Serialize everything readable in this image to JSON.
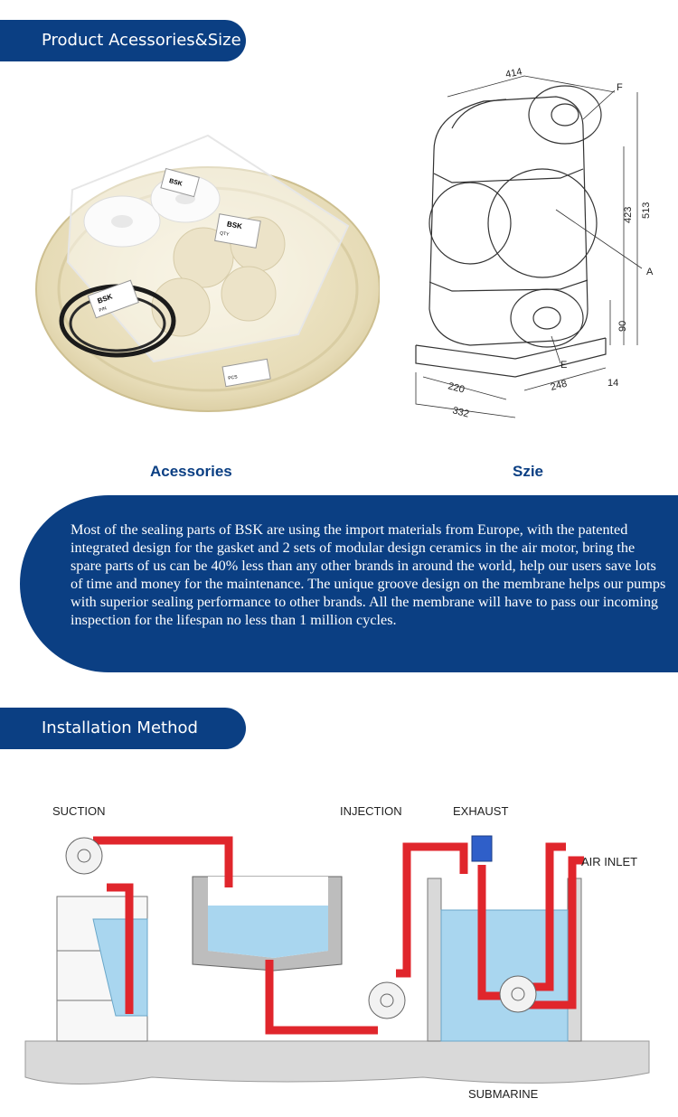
{
  "sections": {
    "accessories_size": {
      "title": "Product Acessories&Size"
    },
    "installation": {
      "title": "Installation Method"
    }
  },
  "captions": {
    "accessories": "Acessories",
    "size": "Szie"
  },
  "photo_labels": {
    "brand": "BSK",
    "pn": "P/N",
    "qty": "QTY",
    "pcs": "PCS"
  },
  "dimensions": {
    "width_top": "414",
    "height_total": "513",
    "height_mid": "423",
    "base_height": "90",
    "base_depth": "248",
    "foot_width": "220",
    "base_width": "332",
    "foot_thickness": "14",
    "label_f": "F",
    "label_a": "A",
    "label_e": "E"
  },
  "description": "Most of the sealing parts of BSK are using the import materials from Europe, with the patented integrated design for the gasket and 2 sets of modular design ceramics in the air motor, bring the spare parts of us can be 40% less than any other brands in around the world, help our users save lots of time and money for the maintenance. The unique groove design on the membrane helps our pumps with superior sealing performance to other brands. All the membrane will have to pass our incoming inspection for the lifespan no less than 1 million cycles.",
  "installation_labels": {
    "suction": "SUCTION",
    "injection": "INJECTION",
    "exhaust": "EXHAUST",
    "air_inlet": "AIR INLET",
    "submarine": "SUBMARINE"
  },
  "colors": {
    "brand_blue": "#0b3f83",
    "pipe_red": "#e0262c",
    "water_blue": "#a9d6ef",
    "ground_gray": "#d9d9d9"
  }
}
